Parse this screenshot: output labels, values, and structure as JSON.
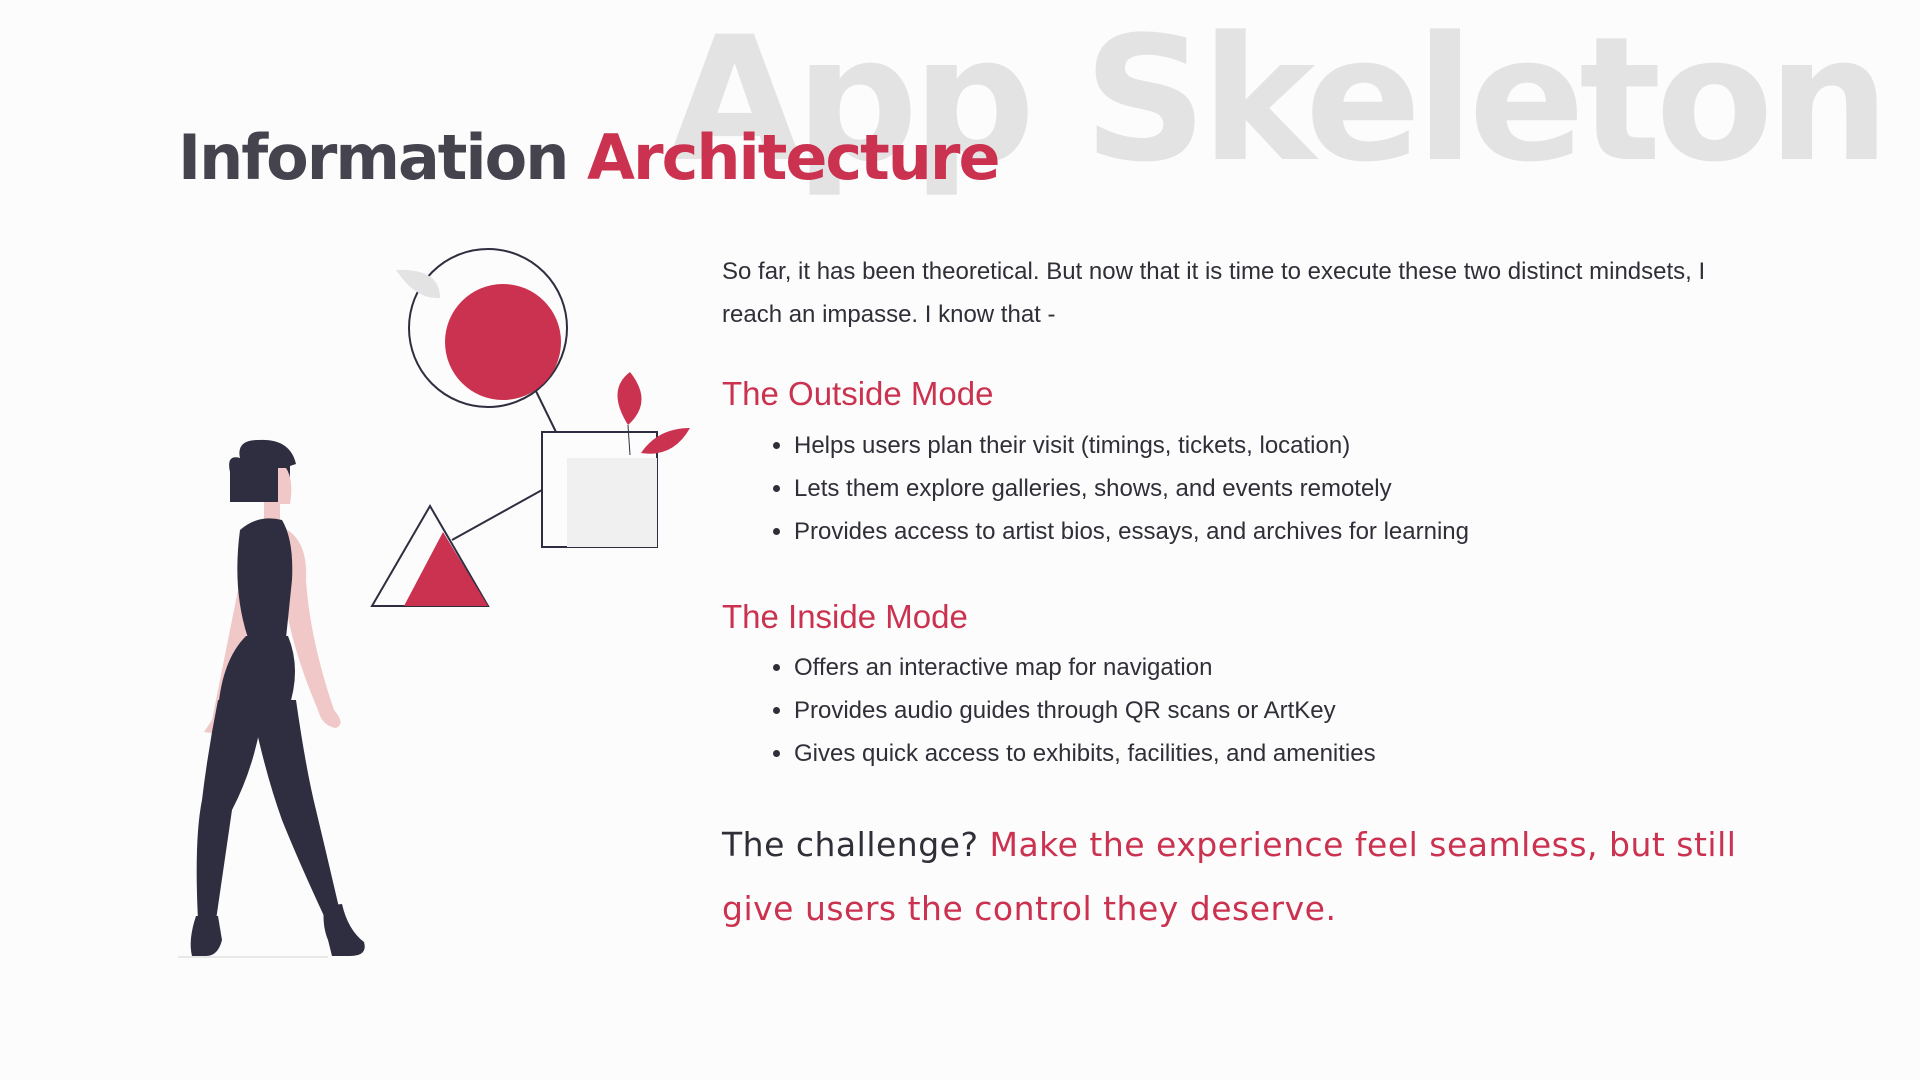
{
  "background_title": "App Skeleton",
  "heading": {
    "dark": "Information",
    "accent": "Architecture"
  },
  "intro": "So far, it has been theoretical. But now that it is time to execute these two distinct mindsets, I reach an impasse. I know that -",
  "outside_mode": {
    "title": "The Outside Mode",
    "points": [
      "Helps users plan their visit (timings, tickets, location)",
      "Lets them explore galleries, shows, and events remotely",
      "Provides access to artist bios, essays, and archives for learning"
    ]
  },
  "inside_mode": {
    "title": "The Inside Mode",
    "points": [
      "Offers an interactive map for navigation",
      "Provides audio guides through QR scans or ArtKey",
      "Gives quick access to exhibits, facilities, and amenities"
    ]
  },
  "challenge": {
    "question": "The challenge?",
    "answer": "Make the experience feel seamless, but still give users the control they deserve."
  },
  "colors": {
    "accent": "#cb3250",
    "dark_text": "#2f2f38",
    "heading_dark": "#45434d",
    "background_title": "#e3e3e3",
    "figure_dark": "#2f2e41",
    "skin": "#f0c8c8"
  },
  "illustration": "woman-looking-at-shapes"
}
